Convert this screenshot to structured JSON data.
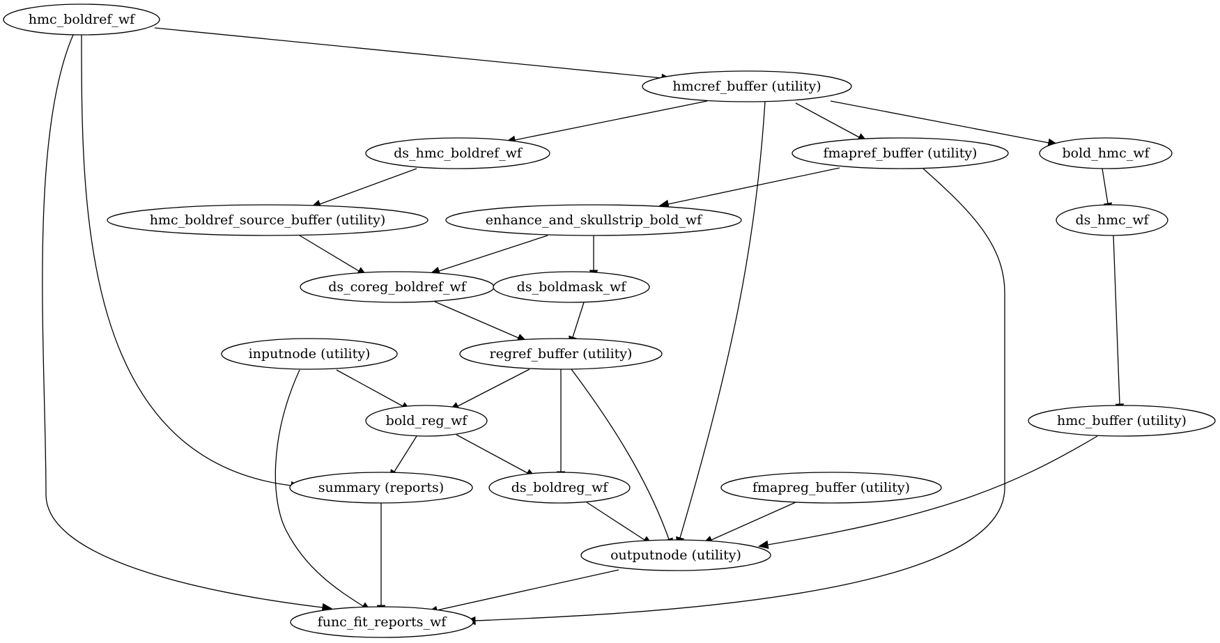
{
  "nodes": [
    {
      "id": "hmc_boldref_wf",
      "label": "hmc_boldref_wf"
    },
    {
      "id": "hmcref_buffer",
      "label": "hmcref_buffer (utility)"
    },
    {
      "id": "ds_hmc_boldref_wf",
      "label": "ds_hmc_boldref_wf"
    },
    {
      "id": "fmapref_buffer",
      "label": "fmapref_buffer (utility)"
    },
    {
      "id": "bold_hmc_wf",
      "label": "bold_hmc_wf"
    },
    {
      "id": "hmc_boldref_source_buffer",
      "label": "hmc_boldref_source_buffer (utility)"
    },
    {
      "id": "enhance_and_skullstrip_bold_wf",
      "label": "enhance_and_skullstrip_bold_wf"
    },
    {
      "id": "ds_hmc_wf",
      "label": "ds_hmc_wf"
    },
    {
      "id": "ds_coreg_boldref_wf",
      "label": "ds_coreg_boldref_wf"
    },
    {
      "id": "ds_boldmask_wf",
      "label": "ds_boldmask_wf"
    },
    {
      "id": "inputnode",
      "label": "inputnode (utility)"
    },
    {
      "id": "regref_buffer",
      "label": "regref_buffer (utility)"
    },
    {
      "id": "bold_reg_wf",
      "label": "bold_reg_wf"
    },
    {
      "id": "hmc_buffer",
      "label": "hmc_buffer (utility)"
    },
    {
      "id": "summary",
      "label": "summary (reports)"
    },
    {
      "id": "ds_boldreg_wf",
      "label": "ds_boldreg_wf"
    },
    {
      "id": "fmapreg_buffer",
      "label": "fmapreg_buffer (utility)"
    },
    {
      "id": "outputnode",
      "label": "outputnode (utility)"
    },
    {
      "id": "func_fit_reports_wf",
      "label": "func_fit_reports_wf"
    }
  ],
  "edges": [
    {
      "from": "hmc_boldref_wf",
      "to": "hmcref_buffer"
    },
    {
      "from": "hmc_boldref_wf",
      "to": "summary"
    },
    {
      "from": "hmc_boldref_wf",
      "to": "func_fit_reports_wf"
    },
    {
      "from": "hmcref_buffer",
      "to": "ds_hmc_boldref_wf"
    },
    {
      "from": "hmcref_buffer",
      "to": "fmapref_buffer"
    },
    {
      "from": "hmcref_buffer",
      "to": "bold_hmc_wf"
    },
    {
      "from": "hmcref_buffer",
      "to": "outputnode"
    },
    {
      "from": "ds_hmc_boldref_wf",
      "to": "hmc_boldref_source_buffer"
    },
    {
      "from": "fmapref_buffer",
      "to": "enhance_and_skullstrip_bold_wf"
    },
    {
      "from": "fmapref_buffer",
      "to": "func_fit_reports_wf"
    },
    {
      "from": "bold_hmc_wf",
      "to": "ds_hmc_wf"
    },
    {
      "from": "ds_hmc_wf",
      "to": "hmc_buffer"
    },
    {
      "from": "hmc_boldref_source_buffer",
      "to": "ds_coreg_boldref_wf"
    },
    {
      "from": "enhance_and_skullstrip_bold_wf",
      "to": "ds_coreg_boldref_wf"
    },
    {
      "from": "enhance_and_skullstrip_bold_wf",
      "to": "ds_boldmask_wf"
    },
    {
      "from": "ds_coreg_boldref_wf",
      "to": "regref_buffer"
    },
    {
      "from": "ds_boldmask_wf",
      "to": "regref_buffer"
    },
    {
      "from": "inputnode",
      "to": "bold_reg_wf"
    },
    {
      "from": "inputnode",
      "to": "func_fit_reports_wf"
    },
    {
      "from": "regref_buffer",
      "to": "bold_reg_wf"
    },
    {
      "from": "regref_buffer",
      "to": "ds_boldreg_wf"
    },
    {
      "from": "regref_buffer",
      "to": "outputnode"
    },
    {
      "from": "bold_reg_wf",
      "to": "summary"
    },
    {
      "from": "bold_reg_wf",
      "to": "ds_boldreg_wf"
    },
    {
      "from": "hmc_buffer",
      "to": "outputnode"
    },
    {
      "from": "summary",
      "to": "func_fit_reports_wf"
    },
    {
      "from": "ds_boldreg_wf",
      "to": "outputnode"
    },
    {
      "from": "fmapreg_buffer",
      "to": "outputnode"
    },
    {
      "from": "outputnode",
      "to": "func_fit_reports_wf"
    }
  ]
}
